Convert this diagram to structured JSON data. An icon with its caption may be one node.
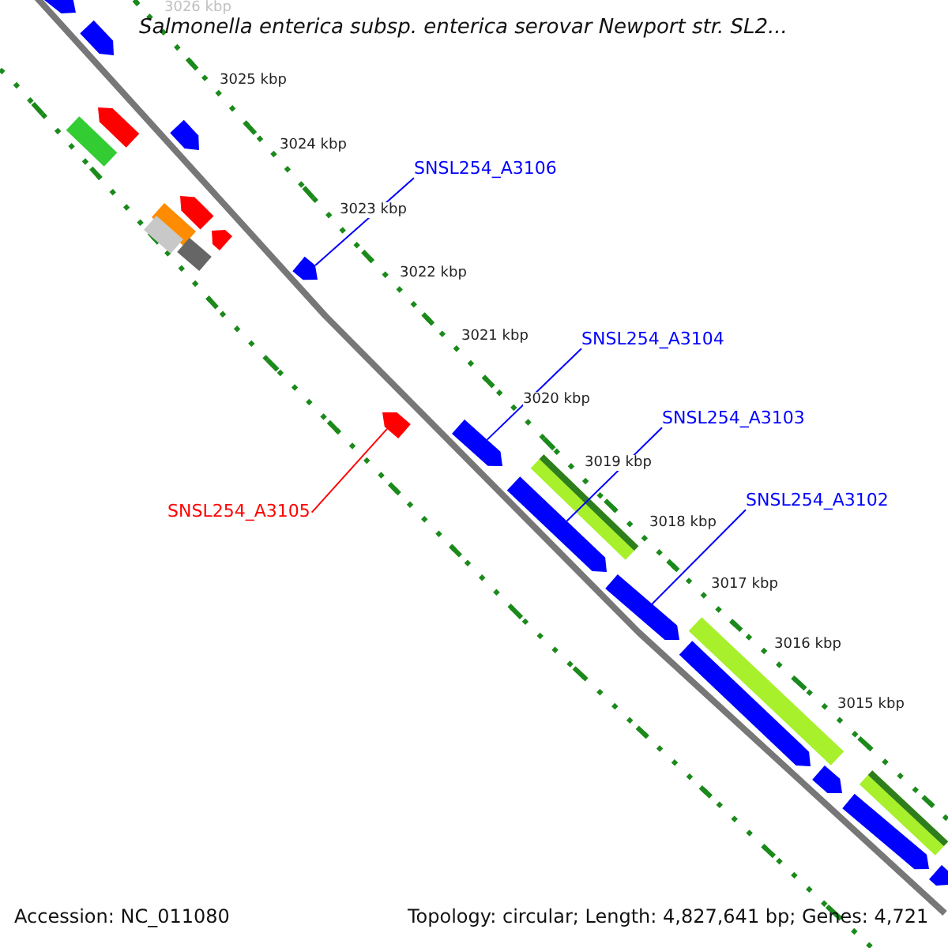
{
  "diagram": {
    "title": "Salmonella enterica subsp. enterica serovar Newport str. SL2...",
    "nodes": [
      {
        "text": [
          "SNSL254_A3106"
        ]
      },
      {
        "text": [
          "SNSL254_A3104"
        ]
      },
      {
        "text": [
          "SNSL254_A3103"
        ]
      },
      {
        "text": [
          "SNSL254_A3102"
        ]
      },
      {
        "text": [
          "SNSL254_A3105"
        ]
      },
      {
        "text": [],
        "shape": "arrow"
      },
      {
        "text": [],
        "shape": "arrow"
      },
      {
        "text": [],
        "shape": "arrow"
      },
      {
        "text": [],
        "shape": "arrow"
      },
      {
        "text": [],
        "shape": "bar"
      },
      {
        "text": [],
        "shape": "arrow"
      },
      {
        "text": [],
        "shape": "bar"
      },
      {
        "text": [],
        "shape": "bar"
      },
      {
        "text": [],
        "shape": "arrow"
      },
      {
        "text": [],
        "shape": "bar"
      },
      {
        "text": [],
        "shape": "arrow"
      },
      {
        "text": [],
        "shape": "arrow"
      },
      {
        "text": [],
        "shape": "arrow"
      },
      {
        "text": [],
        "shape": "bar"
      },
      {
        "text": [],
        "shape": "arrow"
      },
      {
        "text": [],
        "shape": "arrow"
      },
      {
        "text": [],
        "shape": "bar"
      },
      {
        "text": [],
        "shape": "arrow"
      },
      {
        "text": [],
        "shape": "arrow"
      },
      {
        "text": [],
        "shape": "bar"
      },
      {
        "text": [],
        "shape": "arrow"
      },
      {
        "text": [],
        "shape": "arrow"
      }
    ],
    "edges": [
      {
        "from": 0,
        "to": 15,
        "arrow": "none"
      },
      {
        "from": 1,
        "to": 17,
        "arrow": "none"
      },
      {
        "from": 2,
        "to": 19,
        "arrow": "none"
      },
      {
        "from": 3,
        "to": 20,
        "arrow": "none"
      },
      {
        "from": 4,
        "to": 16,
        "arrow": "none",
        "color": "#ff0000"
      }
    ],
    "labels": [
      "3026 kbp",
      "3025 kbp",
      "3024 kbp",
      "3023 kbp",
      "3022 kbp",
      "3021 kbp",
      "3020 kbp",
      "3019 kbp",
      "3018 kbp",
      "3017 kbp",
      "3016 kbp",
      "3015 kbp",
      "Accession: NC_011080",
      "Topology: circular; Length: 4,827,641 bp; Genes: 4,721"
    ]
  }
}
